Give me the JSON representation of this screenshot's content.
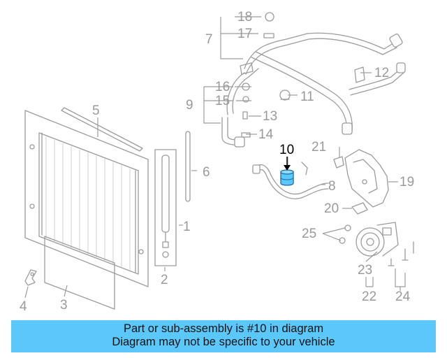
{
  "callouts": {
    "c1": "1",
    "c2": "2",
    "c3": "3",
    "c4": "4",
    "c5": "5",
    "c6": "6",
    "c7": "7",
    "c8": "8",
    "c9": "9",
    "c10": "10",
    "c11": "11",
    "c12": "12",
    "c13": "13",
    "c14": "14",
    "c15": "15",
    "c16": "16",
    "c17": "17",
    "c18": "18",
    "c19": "19",
    "c20": "20",
    "c21": "21",
    "c22": "22",
    "c23": "23",
    "c24": "24",
    "c25": "25"
  },
  "highlighted_part": "10",
  "colors": {
    "highlight": "#5ac8fa",
    "line": "#9c9c9c",
    "banner": "#5ac8fa"
  },
  "banner": {
    "line1": "Part or sub-assembly is #10 in diagram",
    "line2": "Diagram may not be specific to your vehicle"
  }
}
